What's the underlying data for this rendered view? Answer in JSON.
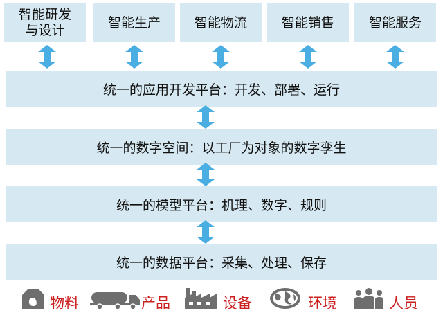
{
  "top_boxes": [
    {
      "line1": "智能研发",
      "line2": "与设计"
    },
    {
      "line1": "智能生产",
      "line2": ""
    },
    {
      "line1": "智能物流",
      "line2": ""
    },
    {
      "line1": "智能销售",
      "line2": ""
    },
    {
      "line1": "智能服务",
      "line2": ""
    }
  ],
  "layers": [
    "统一的应用开发平台：开发、部署、运行",
    "统一的数字空间：以工厂为对象的数字孪生",
    "统一的模型平台：机理、数字、规则",
    "统一的数据平台：采集、处理、保存"
  ],
  "resources": [
    {
      "label": "物料",
      "icon": "material-icon"
    },
    {
      "label": "产品",
      "icon": "tanker-truck-icon"
    },
    {
      "label": "设备",
      "icon": "factory-icon"
    },
    {
      "label": "环境",
      "icon": "globe-icon"
    },
    {
      "label": "人员",
      "icon": "people-icon"
    }
  ],
  "colors": {
    "box_fill": "#d6e8f1",
    "arrow": "#4aaee3",
    "resource_label": "#cc1f1f",
    "icon": "#6e6e6e"
  }
}
